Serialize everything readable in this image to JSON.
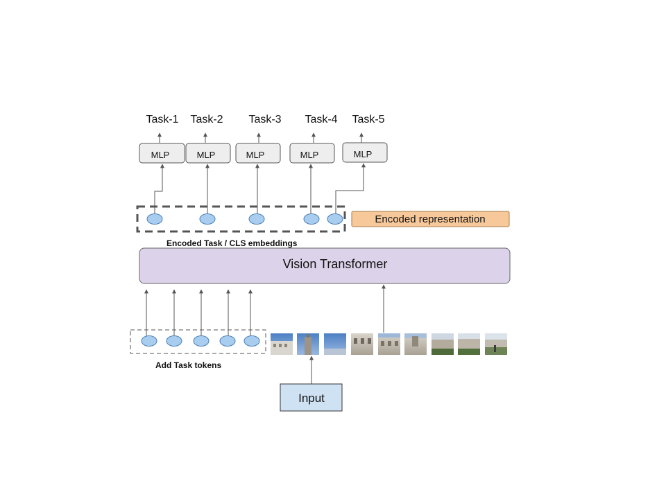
{
  "tasks": [
    {
      "label": "Task-1",
      "mlp": "MLP"
    },
    {
      "label": "Task-2",
      "mlp": "MLP"
    },
    {
      "label": "Task-3",
      "mlp": "MLP"
    },
    {
      "label": "Task-4",
      "mlp": "MLP"
    },
    {
      "label": "Task-5",
      "mlp": "MLP"
    }
  ],
  "encoded_representation": "Encoded representation",
  "encoded_tokens_caption": "Encoded Task / CLS embeddings",
  "transformer_label": "Vision Transformer",
  "add_tokens_caption": "Add Task tokens",
  "input_label": "Input",
  "patch_count": 9,
  "colors": {
    "token_fill": "#a9cdef",
    "transformer_fill": "#dcd3ea",
    "encoded_fill": "#f7c99a",
    "input_fill": "#cfe2f3",
    "mlp_fill": "#eeeeee"
  }
}
